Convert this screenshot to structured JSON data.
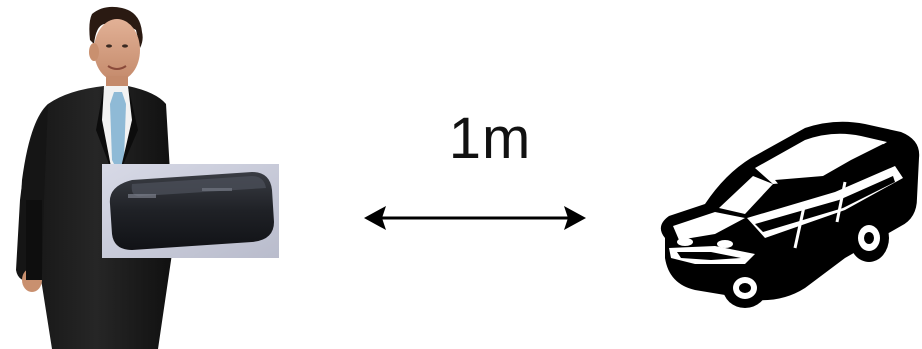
{
  "diagram": {
    "distance_label": "1m",
    "items": [
      {
        "name": "businessman",
        "icon": "person-icon"
      },
      {
        "name": "handheld-device",
        "icon": "device-icon"
      },
      {
        "name": "car",
        "icon": "car-icon"
      }
    ],
    "connector": "double-headed-arrow-icon"
  }
}
